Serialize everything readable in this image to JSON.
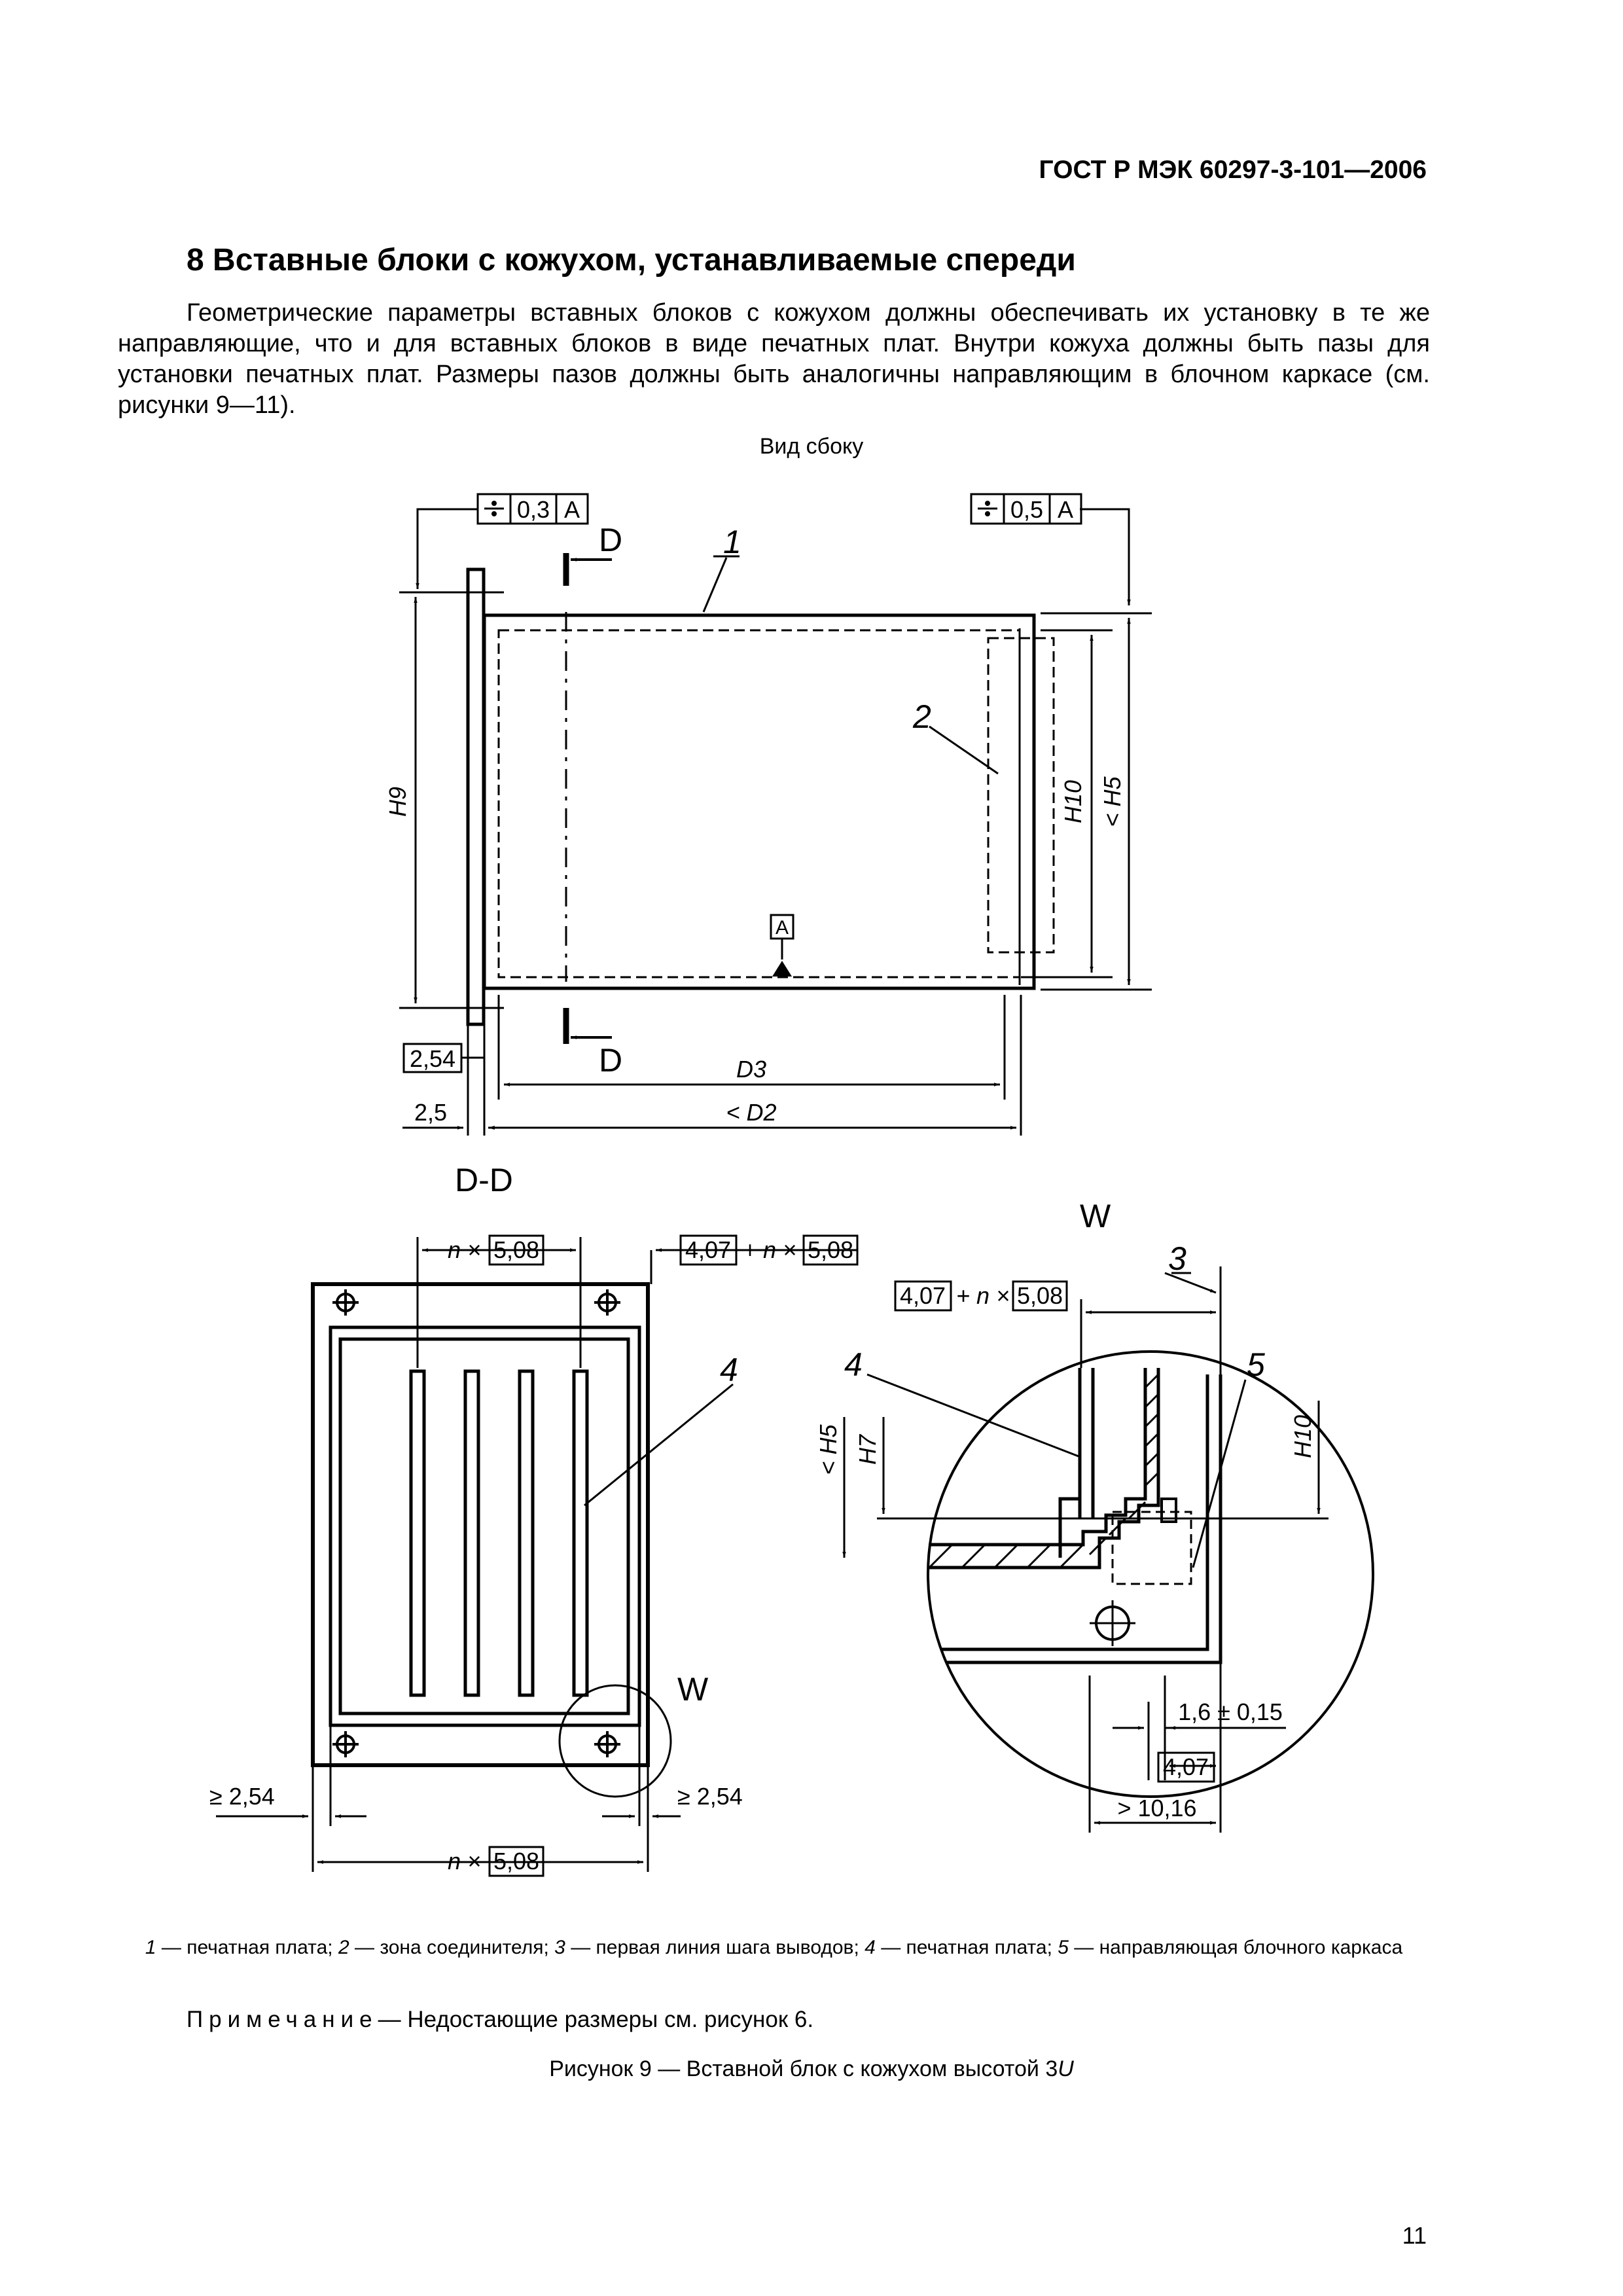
{
  "header": {
    "doc_id": "ГОСТ Р МЭК 60297-3-101—2006"
  },
  "section": {
    "title": "8 Вставные блоки с кожухом, устанавливаемые спереди"
  },
  "body": {
    "paragraph": "Геометрические параметры вставных блоков с кожухом должны обеспечивать их установку в те же направляющие, что и для вставных блоков в виде печатных плат. Внутри кожуха должны быть пазы для установки печатных плат. Размеры пазов должны быть аналогичны направляющим в блочном каркасе (см. рисунки 9—11)."
  },
  "figure": {
    "side_view_label": "Вид сбоку",
    "side": {
      "tol_left": "0,3",
      "tol_right": "0,5",
      "datum": "A",
      "cut_label": "D",
      "callout_1": "1",
      "callout_2": "2",
      "dim_h9": "H9",
      "dim_h10": "H10",
      "dim_h5": "< H5",
      "dim_254": "2,54",
      "dim_25": "2,5",
      "dim_d3": "D3",
      "dim_d2": "< D2"
    },
    "section": {
      "title": "D-D",
      "n_times": "n ×",
      "pitch": "5,08",
      "offset": "4,07",
      "plus_n_times": "+ n ×",
      "callout_4": "4",
      "w_label": "W",
      "min_left": "≥ 2,54",
      "min_right": "≥ 2,54"
    },
    "detail": {
      "title": "W",
      "callout_3": "3",
      "callout_4": "4",
      "callout_5": "5",
      "offset": "4,07",
      "plus_n_times": "+ n ×",
      "pitch": "5,08",
      "dim_h5": "< H5",
      "dim_h7": "H7",
      "dim_h10": "H10",
      "dim_16": "1,6 ± 0,15",
      "dim_407": "4,07",
      "dim_1016": "> 10,16"
    }
  },
  "legend": {
    "items": [
      {
        "num": "1",
        "text": "— печатная плата;"
      },
      {
        "num": "2",
        "text": "— зона соединителя;"
      },
      {
        "num": "3",
        "text": "— первая линия шага выводов;"
      },
      {
        "num": "4",
        "text": "— печатная плата;"
      },
      {
        "num": "5",
        "text": "— направляющая блочного каркаса"
      }
    ]
  },
  "note": {
    "label": "Примечание",
    "text": "— Недостающие размеры см. рисунок 6."
  },
  "caption": {
    "text": "Рисунок 9 — Вставной блок с кожухом высотой 3",
    "italic_suffix": "U"
  },
  "page_number": "11"
}
